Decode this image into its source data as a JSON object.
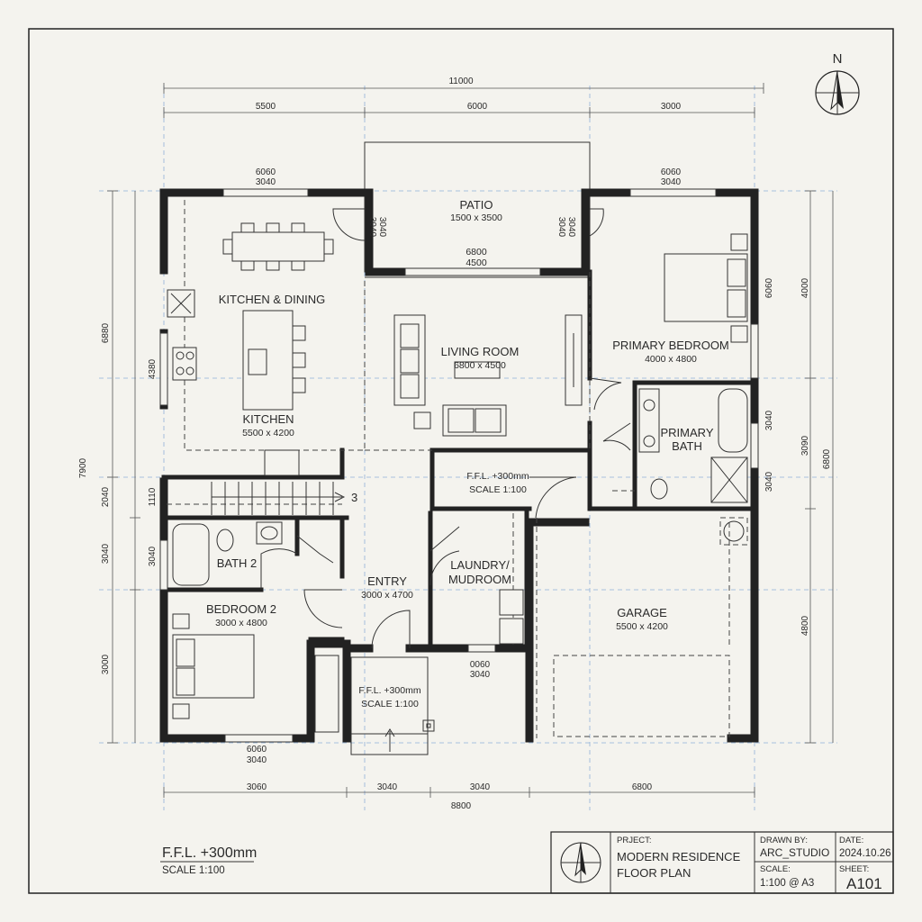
{
  "north": "N",
  "rooms": {
    "kitchen_dining": "KITCHEN & DINING",
    "kitchen": "KITCHEN",
    "kitchen_size": "5500 x 4200",
    "patio": "PATIO",
    "patio_size": "1500 x 3500",
    "living": "LIVING ROOM",
    "living_size": "6800 x 4500",
    "primary_bed": "PRIMARY BEDROOM",
    "primary_bed_size": "4000 x 4800",
    "primary_bath_1": "PRIMARY",
    "primary_bath_2": "BATH",
    "bath2": "BATH 2",
    "bedroom2": "BEDROOM 2",
    "bedroom2_size": "3000 x 4800",
    "entry": "ENTRY",
    "entry_size": "3000 x 4700",
    "laundry_1": "LAUNDRY/",
    "laundry_2": "MUDROOM",
    "garage": "GARAGE",
    "garage_size": "5500 x 4200"
  },
  "notes": {
    "ffl_hall": "F.F.L. +300mm",
    "scale_hall": "SCALE 1:100",
    "ffl_entry": "F.F.L. +300mm",
    "scale_entry": "SCALE 1:100",
    "ffl_main": "F.F.L. +300mm",
    "scale_main": "SCALE 1:100",
    "stair_count": "3",
    "patio_opening_1": "6800",
    "patio_opening_2": "4500"
  },
  "window_tags": {
    "top_left_1": "6060",
    "top_left_2": "3040",
    "top_right_1": "6060",
    "top_right_2": "3040",
    "patio_left": "3040\n3040",
    "patio_right": "3040\n3040",
    "bottom_left_1": "6060",
    "bottom_left_2": "3040",
    "laundry_1": "0060",
    "laundry_2": "3040",
    "left_side": "4380",
    "left_bath": "3040",
    "left_stair": "1110",
    "right_bed": "6060",
    "right_bath": "3040",
    "right_wc": "3040"
  },
  "dimensions": {
    "top_total": "11000",
    "top_seg_1": "5500",
    "top_seg_2": "6000",
    "top_seg_3": "3000",
    "bottom_seg_1": "3060",
    "bottom_seg_2": "3040",
    "bottom_seg_3": "3040",
    "bottom_seg_4": "6800",
    "bottom_total": "8800",
    "left_outer_top": "6880",
    "left_outer_bottom": "7900",
    "left_seg_2040": "2040",
    "left_seg_3040": "3040",
    "left_seg_3000": "3000",
    "right_seg_4000": "4000",
    "right_seg_3090": "3090",
    "right_seg_6800": "6800",
    "right_seg_4800": "4800"
  },
  "title_block": {
    "project_label": "PRJECT:",
    "project_1": "MODERN RESIDENCE",
    "project_2": "FLOOR PLAN",
    "drawn_label": "DRAWN BY:",
    "drawn_value": "ARC_STUDIO",
    "scale_label": "SCALE:",
    "scale_value": "1:100 @ A3",
    "date_label": "DATE:",
    "date_value": "2024.10.26",
    "sheet_label": "SHEET:",
    "sheet_value": "A101"
  }
}
